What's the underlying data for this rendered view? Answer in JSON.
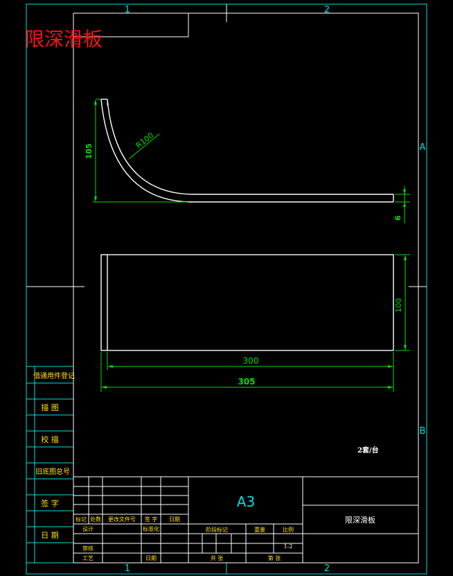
{
  "title_red": "限深滑板",
  "zones": {
    "col1": "1",
    "col2": "2",
    "row_a": "A",
    "row_b": "B"
  },
  "dimensions": {
    "height": "105",
    "radius": "R100",
    "thickness": "6",
    "width": "100",
    "length_inner": "300",
    "length_outer": "305"
  },
  "side_table": [
    "借通用件登记",
    "描 图",
    "校 描",
    "旧底图总号",
    "签 字",
    "日 期"
  ],
  "sheet_note": "2套/台",
  "title_block": {
    "format": "A3",
    "part_name": "限深滑板",
    "rev_headers": [
      "标记",
      "处数",
      "更改文件号",
      "签 字",
      "日期"
    ],
    "designer": "设计",
    "std": "标准化",
    "checker": "审核",
    "process": "工艺",
    "approve": "日期",
    "stage_label": "阶段标记",
    "weight_label": "重量",
    "scale_label": "比例",
    "scale": "1:2",
    "sheet_total": "共  张",
    "sheet_no": "第  张"
  }
}
